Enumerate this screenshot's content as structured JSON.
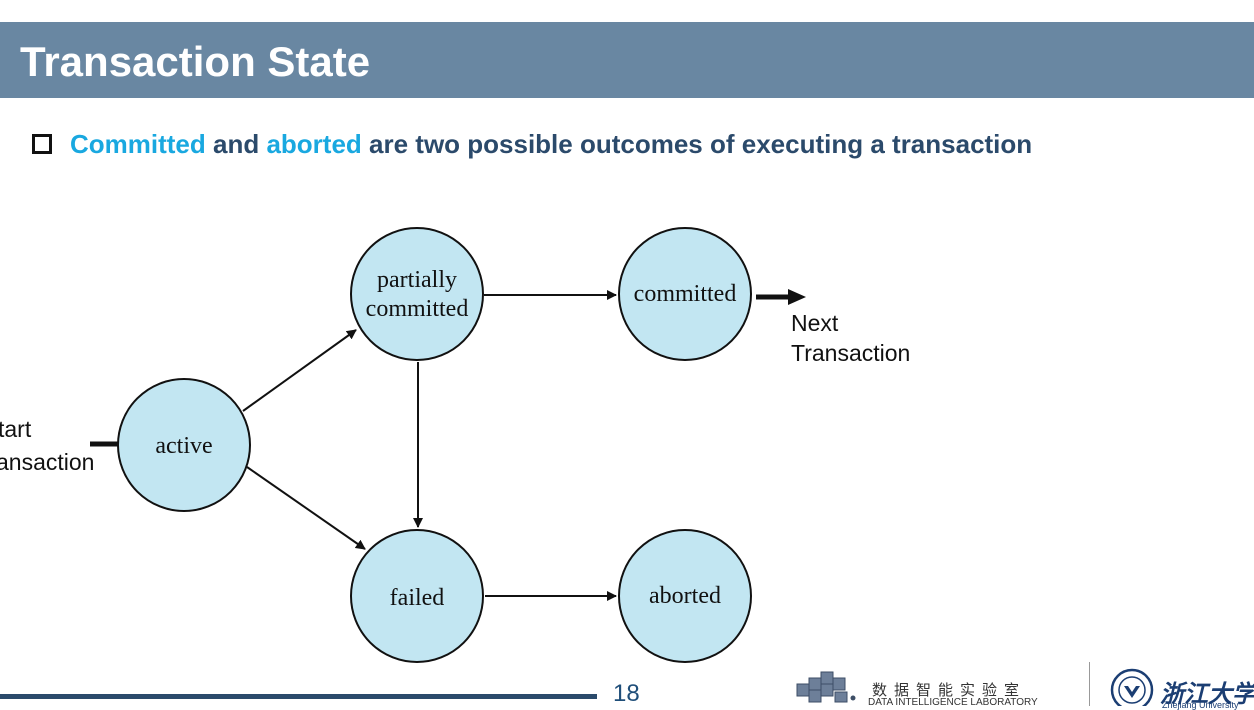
{
  "slide": {
    "title": "Transaction State",
    "bullet": {
      "segments": [
        {
          "text": "Committed",
          "highlight": true
        },
        {
          "text": " and ",
          "highlight": false
        },
        {
          "text": "aborted",
          "highlight": true
        },
        {
          "text": " are two possible outcomes of executing a transaction",
          "highlight": false
        }
      ]
    },
    "page_number": "18"
  },
  "diagram": {
    "states": {
      "active": "active",
      "partially_committed_line1": "partially",
      "partially_committed_line2": "committed",
      "committed": "committed",
      "failed": "failed",
      "aborted": "aborted"
    },
    "entry_label_line1": "tart",
    "entry_label_line2": "ansaction",
    "exit_label_line1": "Next",
    "exit_label_line2": "Transaction"
  },
  "footer": {
    "lab_name_cn": "数据智能实验室",
    "lab_name_en": "DATA INTELLIGENCE LABORATORY",
    "university_cn": "浙江大学",
    "university_en": "Zhejiang University"
  },
  "colors": {
    "title_bar": "#6987a2",
    "highlight": "#19a8e0",
    "body_text": "#2b4a6b",
    "state_fill": "#c2e6f2"
  }
}
